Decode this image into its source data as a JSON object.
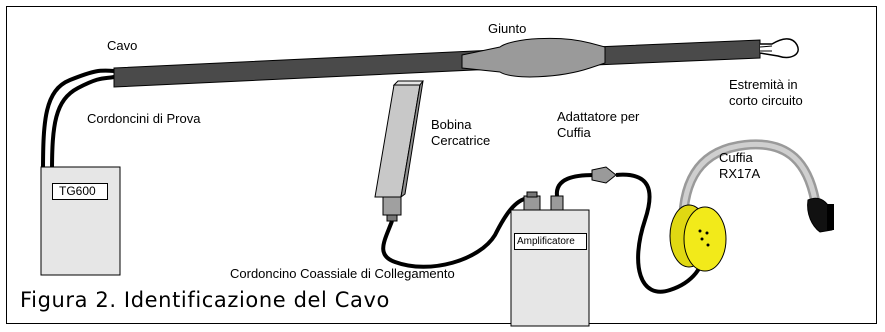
{
  "labels": {
    "cable": "Cavo",
    "joint": "Giunto",
    "shorted_end_line1": "Estremità in",
    "shorted_end_line2": "corto circuito",
    "test_leads": "Cordoncini di Prova",
    "search_coil_line1": "Bobina",
    "search_coil_line2": "Cercatrice",
    "headphone_adapter_line1": "Adattatore per",
    "headphone_adapter_line2": "Cuffia",
    "headphones_line1": "Cuffia",
    "headphones_line2": "RX17A",
    "transmitter": "TG600",
    "amplifier": "Amplificatore",
    "coax_cord": "Cordoncino Coassiale di Collegamento"
  },
  "caption": "Figura 2. Identificazione del Cavo",
  "colors": {
    "cable": "#4a4a4a",
    "joint": "#9a9a9a",
    "device_body": "#e6e6e6",
    "headphone_cup": "#f2ea1a",
    "headband": "#bdbdbd",
    "wire": "#000000"
  }
}
